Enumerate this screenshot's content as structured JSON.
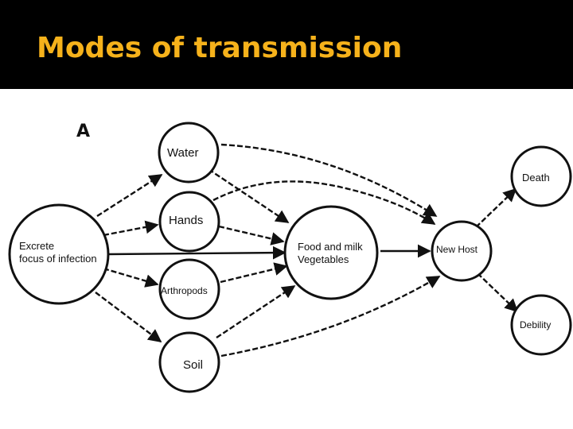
{
  "slide": {
    "title": "Modes of transmission",
    "title_color": "#f6b21b",
    "header_background": "#000000"
  },
  "diagram": {
    "panel_letter": "A",
    "nodes": {
      "excrete": {
        "line1": "Excrete",
        "line2": "focus of infection"
      },
      "water": {
        "label": "Water"
      },
      "hands": {
        "label": "Hands"
      },
      "arthropods": {
        "label": "Arthropods"
      },
      "soil": {
        "label": "Soil"
      },
      "food": {
        "line1": "Food and milk",
        "line2": "Vegetables"
      },
      "new_host": {
        "label": "New Host"
      },
      "death": {
        "label": "Death"
      },
      "debility": {
        "label": "Debility"
      }
    }
  }
}
